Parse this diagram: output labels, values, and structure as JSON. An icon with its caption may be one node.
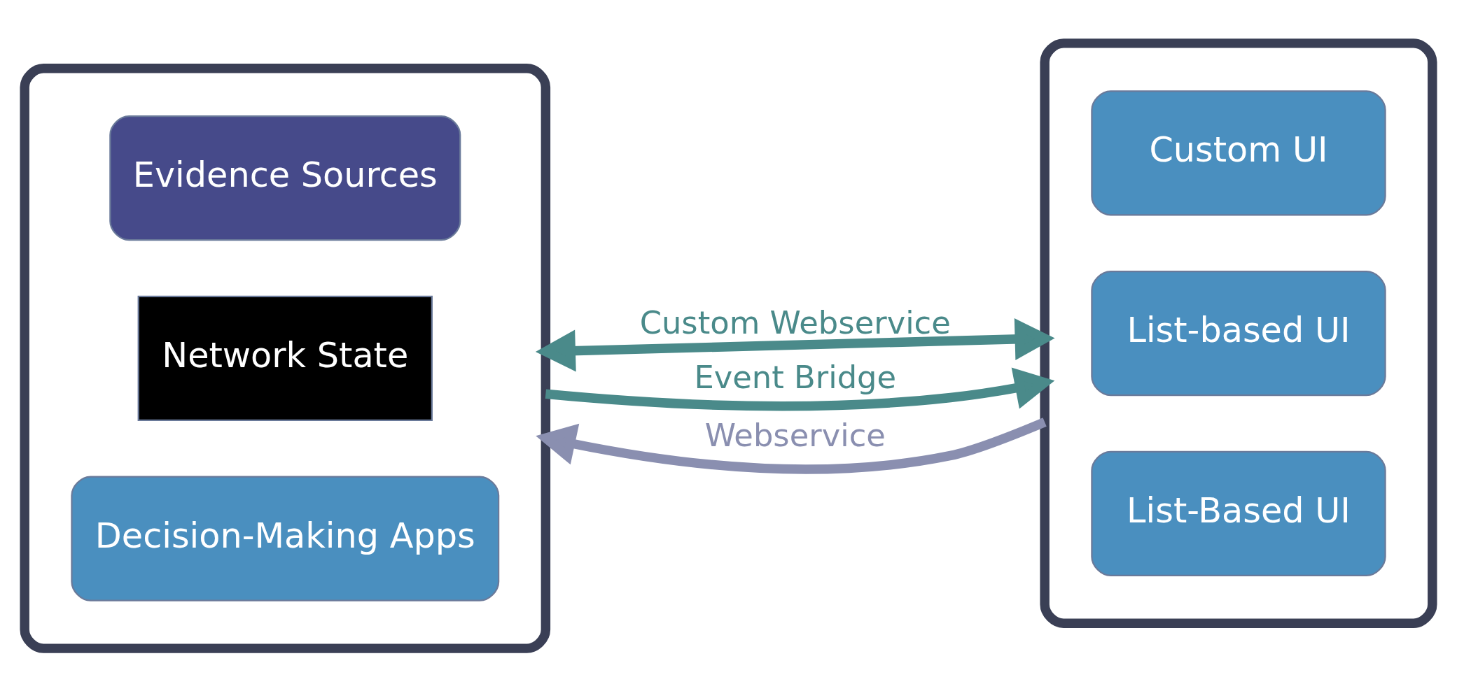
{
  "diagram": {
    "nodes": [
      {
        "text": [],
        "shape": "box"
      },
      {
        "text": [
          "Evidence Sources"
        ],
        "in": 0
      },
      {
        "text": [
          "Network State"
        ],
        "in": 0
      },
      {
        "text": [
          "Decision-Making Apps"
        ],
        "in": 0
      },
      {
        "text": [],
        "shape": "box"
      },
      {
        "text": [
          "Custom UI"
        ],
        "in": 4
      },
      {
        "text": [
          "List-based UI"
        ],
        "in": 4
      },
      {
        "text": [
          "List-Based UI"
        ],
        "in": 4
      }
    ],
    "edges": [
      {
        "from": 0,
        "to": 4,
        "arrow": "both",
        "label": "Custom Webservice"
      },
      {
        "from": 0,
        "to": 4,
        "arrow": "to",
        "label": "Event Bridge"
      },
      {
        "from": 4,
        "to": 0,
        "arrow": "to",
        "label": "Webservice",
        "color": "#8a8fb0"
      }
    ]
  }
}
